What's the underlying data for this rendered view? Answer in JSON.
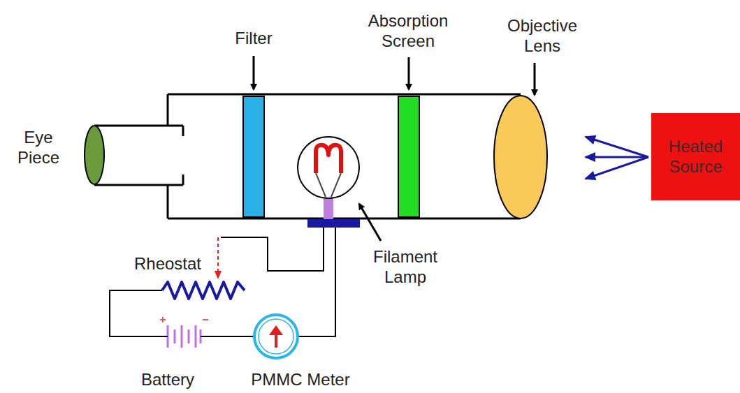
{
  "diagram": {
    "nodes": [
      {
        "text": [
          "Heated Source"
        ]
      }
    ],
    "labels": [
      "Eye Piece",
      "Filter",
      "Absorption Screen",
      "Objective Lens",
      "Filament Lamp",
      "Rheostat",
      "Battery",
      "PMMC Meter"
    ]
  }
}
